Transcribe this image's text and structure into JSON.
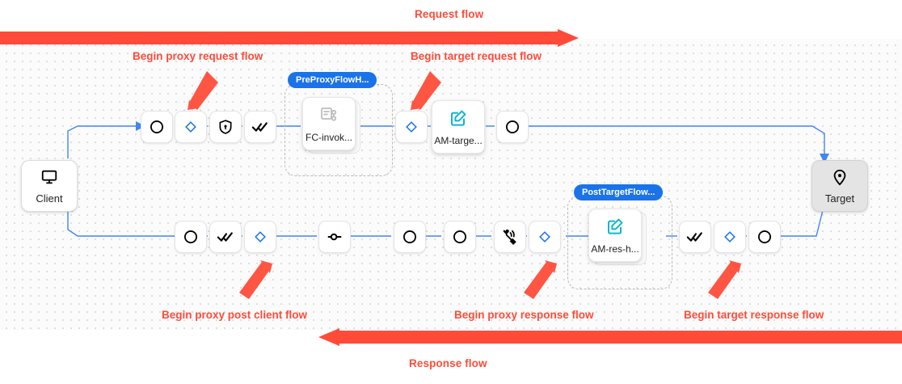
{
  "flows": {
    "request": {
      "label": "Request flow",
      "color": "#ff4b38",
      "direction": "right"
    },
    "response": {
      "label": "Response flow",
      "color": "#ff4b38",
      "direction": "left"
    }
  },
  "annotations": [
    {
      "id": "begin-proxy-request-flow",
      "label": "Begin proxy request flow"
    },
    {
      "id": "begin-target-request-flow",
      "label": "Begin target request flow"
    },
    {
      "id": "begin-proxy-post-client-flow",
      "label": "Begin proxy post client flow"
    },
    {
      "id": "begin-proxy-response-flow",
      "label": "Begin proxy response flow"
    },
    {
      "id": "begin-target-response-flow",
      "label": "Begin target response flow"
    }
  ],
  "endpoints": [
    {
      "id": "client",
      "label": "Client",
      "icon": "monitor-icon"
    },
    {
      "id": "target",
      "label": "Target",
      "icon": "location-pin-icon"
    }
  ],
  "request_flow_nodes": [
    {
      "id": "rq-1",
      "icon": "circle-icon"
    },
    {
      "id": "rq-2",
      "icon": "diamond-icon"
    },
    {
      "id": "rq-3",
      "icon": "shield-lock-icon"
    },
    {
      "id": "rq-4",
      "icon": "double-check-icon"
    },
    {
      "id": "rq-5",
      "icon": "diamond-icon"
    },
    {
      "id": "rq-6",
      "icon": "circle-icon"
    }
  ],
  "response_flow_nodes": [
    {
      "id": "rs-1",
      "icon": "circle-icon"
    },
    {
      "id": "rs-2",
      "icon": "double-check-icon"
    },
    {
      "id": "rs-3",
      "icon": "diamond-icon"
    },
    {
      "id": "rs-4",
      "icon": "key-icon"
    },
    {
      "id": "rs-5",
      "icon": "circle-icon"
    },
    {
      "id": "rs-6",
      "icon": "circle-icon"
    },
    {
      "id": "rs-7",
      "icon": "spike-arrest-icon"
    },
    {
      "id": "rs-8",
      "icon": "diamond-icon"
    },
    {
      "id": "rs-9",
      "icon": "double-check-icon"
    },
    {
      "id": "rs-10",
      "icon": "diamond-icon"
    },
    {
      "id": "rs-11",
      "icon": "circle-icon"
    }
  ],
  "policy_cards": [
    {
      "id": "fc-invoke",
      "label": "FC-invok...",
      "icon": "flow-callout-icon"
    },
    {
      "id": "am-target",
      "label": "AM-targe...",
      "icon": "assign-message-icon"
    },
    {
      "id": "am-res-h",
      "label": "AM-res-h...",
      "icon": "assign-message-icon"
    }
  ],
  "hook_groups": [
    {
      "id": "pre-proxy-flow-hook",
      "tag": "PreProxyFlowH..."
    },
    {
      "id": "post-target-flow-hook",
      "tag": "PostTargetFlow..."
    }
  ],
  "colors": {
    "accent_red": "#ff4b38",
    "edge_blue": "#1a73e8",
    "tag_blue": "#1a73e8",
    "teal": "#12b5cb",
    "canvas": "#fbfbfb"
  }
}
